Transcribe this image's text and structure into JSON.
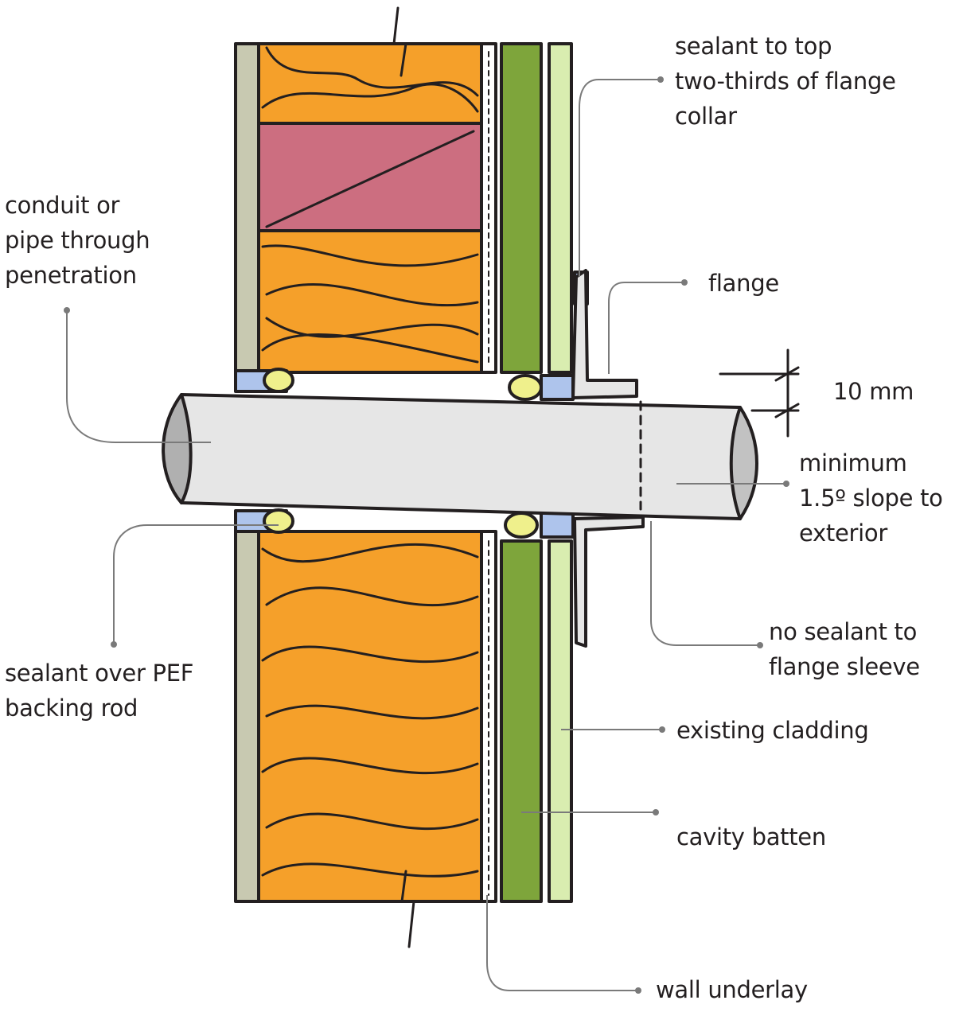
{
  "labels": {
    "sealant_top": [
      "sealant to top",
      "two-thirds of flange",
      "collar"
    ],
    "conduit": [
      "conduit or",
      "pipe through",
      "penetration"
    ],
    "flange": "flange",
    "gap": "10 mm",
    "slope": [
      "minimum",
      "1.5º slope to",
      "exterior"
    ],
    "no_sealant": [
      "no sealant to",
      "flange sleeve"
    ],
    "sealant_pef": [
      "sealant over PEF",
      "backing rod"
    ],
    "cladding": "existing cladding",
    "batten": "cavity batten",
    "underlay": "wall underlay"
  },
  "colors": {
    "ink": "#231f20",
    "insulation": "#f5a02a",
    "nogging": "#cc6e80",
    "lining": "#c8c9b1",
    "batten": "#7ea53b",
    "cladding": "#d9edb0",
    "sealant": "#aec4ec",
    "backing_rod": "#eff08c",
    "pipe": "#e6e6e6",
    "leader": "#7a7a7a"
  }
}
